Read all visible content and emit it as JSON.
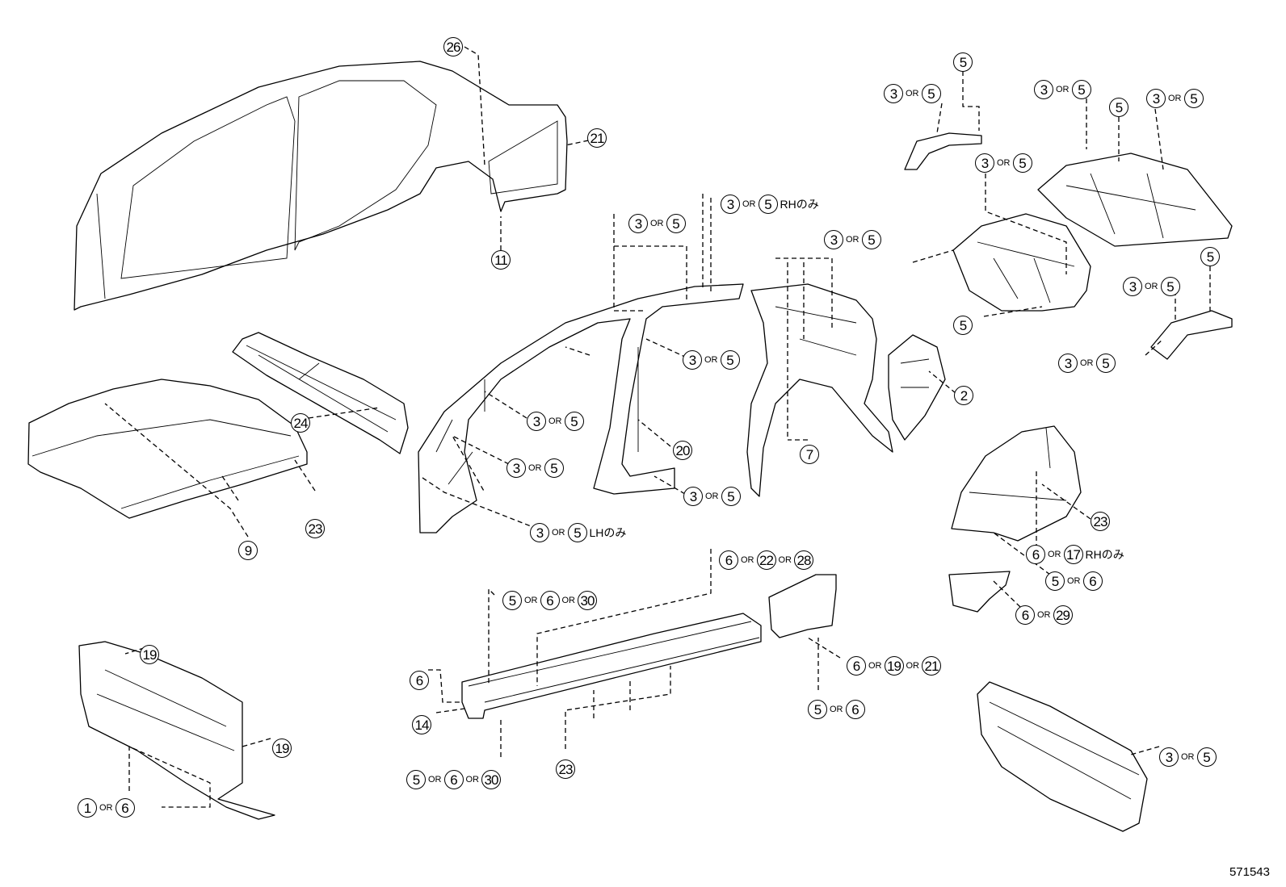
{
  "diagram_id": "571543",
  "callouts": [
    {
      "id": "c01",
      "parts": [
        "26"
      ],
      "or": "OR",
      "note": ""
    },
    {
      "id": "c02",
      "parts": [
        "21"
      ],
      "or": "OR",
      "note": ""
    },
    {
      "id": "c03",
      "parts": [
        "11"
      ],
      "or": "OR",
      "note": ""
    },
    {
      "id": "c04",
      "parts": [
        "5"
      ],
      "or": "OR",
      "note": ""
    },
    {
      "id": "c05",
      "parts": [
        "3",
        "5"
      ],
      "or": "OR",
      "note": ""
    },
    {
      "id": "c06",
      "parts": [
        "3",
        "5"
      ],
      "or": "OR",
      "note": ""
    },
    {
      "id": "c07",
      "parts": [
        "5"
      ],
      "or": "OR",
      "note": ""
    },
    {
      "id": "c08",
      "parts": [
        "3",
        "5"
      ],
      "or": "OR",
      "note": ""
    },
    {
      "id": "c09",
      "parts": [
        "3",
        "5"
      ],
      "or": "OR",
      "note": ""
    },
    {
      "id": "c10",
      "parts": [
        "3",
        "5"
      ],
      "or": "OR",
      "note": "RHのみ"
    },
    {
      "id": "c11",
      "parts": [
        "3",
        "5"
      ],
      "or": "OR",
      "note": ""
    },
    {
      "id": "c12",
      "parts": [
        "3",
        "5"
      ],
      "or": "OR",
      "note": ""
    },
    {
      "id": "c13",
      "parts": [
        "5"
      ],
      "or": "OR",
      "note": ""
    },
    {
      "id": "c14",
      "parts": [
        "5"
      ],
      "or": "OR",
      "note": ""
    },
    {
      "id": "c15",
      "parts": [
        "3",
        "5"
      ],
      "or": "OR",
      "note": ""
    },
    {
      "id": "c16",
      "parts": [
        "3",
        "5"
      ],
      "or": "OR",
      "note": ""
    },
    {
      "id": "c17",
      "parts": [
        "24"
      ],
      "or": "OR",
      "note": ""
    },
    {
      "id": "c18",
      "parts": [
        "3",
        "5"
      ],
      "or": "OR",
      "note": ""
    },
    {
      "id": "c19",
      "parts": [
        "3",
        "5"
      ],
      "or": "OR",
      "note": ""
    },
    {
      "id": "c20",
      "parts": [
        "2"
      ],
      "or": "OR",
      "note": ""
    },
    {
      "id": "c21",
      "parts": [
        "20"
      ],
      "or": "OR",
      "note": ""
    },
    {
      "id": "c22",
      "parts": [
        "7"
      ],
      "or": "OR",
      "note": ""
    },
    {
      "id": "c23",
      "parts": [
        "3",
        "5"
      ],
      "or": "OR",
      "note": ""
    },
    {
      "id": "c24",
      "parts": [
        "3",
        "5"
      ],
      "or": "OR",
      "note": ""
    },
    {
      "id": "c25",
      "parts": [
        "23"
      ],
      "or": "OR",
      "note": ""
    },
    {
      "id": "c26",
      "parts": [
        "9"
      ],
      "or": "OR",
      "note": ""
    },
    {
      "id": "c27",
      "parts": [
        "3",
        "5"
      ],
      "or": "OR",
      "note": "LHのみ"
    },
    {
      "id": "c28",
      "parts": [
        "23"
      ],
      "or": "OR",
      "note": ""
    },
    {
      "id": "c29",
      "parts": [
        "6",
        "17"
      ],
      "or": "OR",
      "note": "RHのみ"
    },
    {
      "id": "c30",
      "parts": [
        "6",
        "22",
        "28"
      ],
      "or": "OR",
      "note": ""
    },
    {
      "id": "c31",
      "parts": [
        "5",
        "6"
      ],
      "or": "OR",
      "note": ""
    },
    {
      "id": "c32",
      "parts": [
        "5",
        "6",
        "30"
      ],
      "or": "OR",
      "note": ""
    },
    {
      "id": "c33",
      "parts": [
        "6",
        "29"
      ],
      "or": "OR",
      "note": ""
    },
    {
      "id": "c34",
      "parts": [
        "19"
      ],
      "or": "OR",
      "note": ""
    },
    {
      "id": "c35",
      "parts": [
        "6",
        "19",
        "21"
      ],
      "or": "OR",
      "note": ""
    },
    {
      "id": "c36",
      "parts": [
        "6"
      ],
      "or": "OR",
      "note": ""
    },
    {
      "id": "c37",
      "parts": [
        "14"
      ],
      "or": "OR",
      "note": ""
    },
    {
      "id": "c38",
      "parts": [
        "5",
        "6"
      ],
      "or": "OR",
      "note": ""
    },
    {
      "id": "c39",
      "parts": [
        "19"
      ],
      "or": "OR",
      "note": ""
    },
    {
      "id": "c40",
      "parts": [
        "23"
      ],
      "or": "OR",
      "note": ""
    },
    {
      "id": "c41",
      "parts": [
        "3",
        "5"
      ],
      "or": "OR",
      "note": ""
    },
    {
      "id": "c42",
      "parts": [
        "1",
        "6"
      ],
      "or": "OR",
      "note": ""
    },
    {
      "id": "c43",
      "parts": [
        "5",
        "6",
        "30"
      ],
      "or": "OR",
      "note": ""
    }
  ]
}
